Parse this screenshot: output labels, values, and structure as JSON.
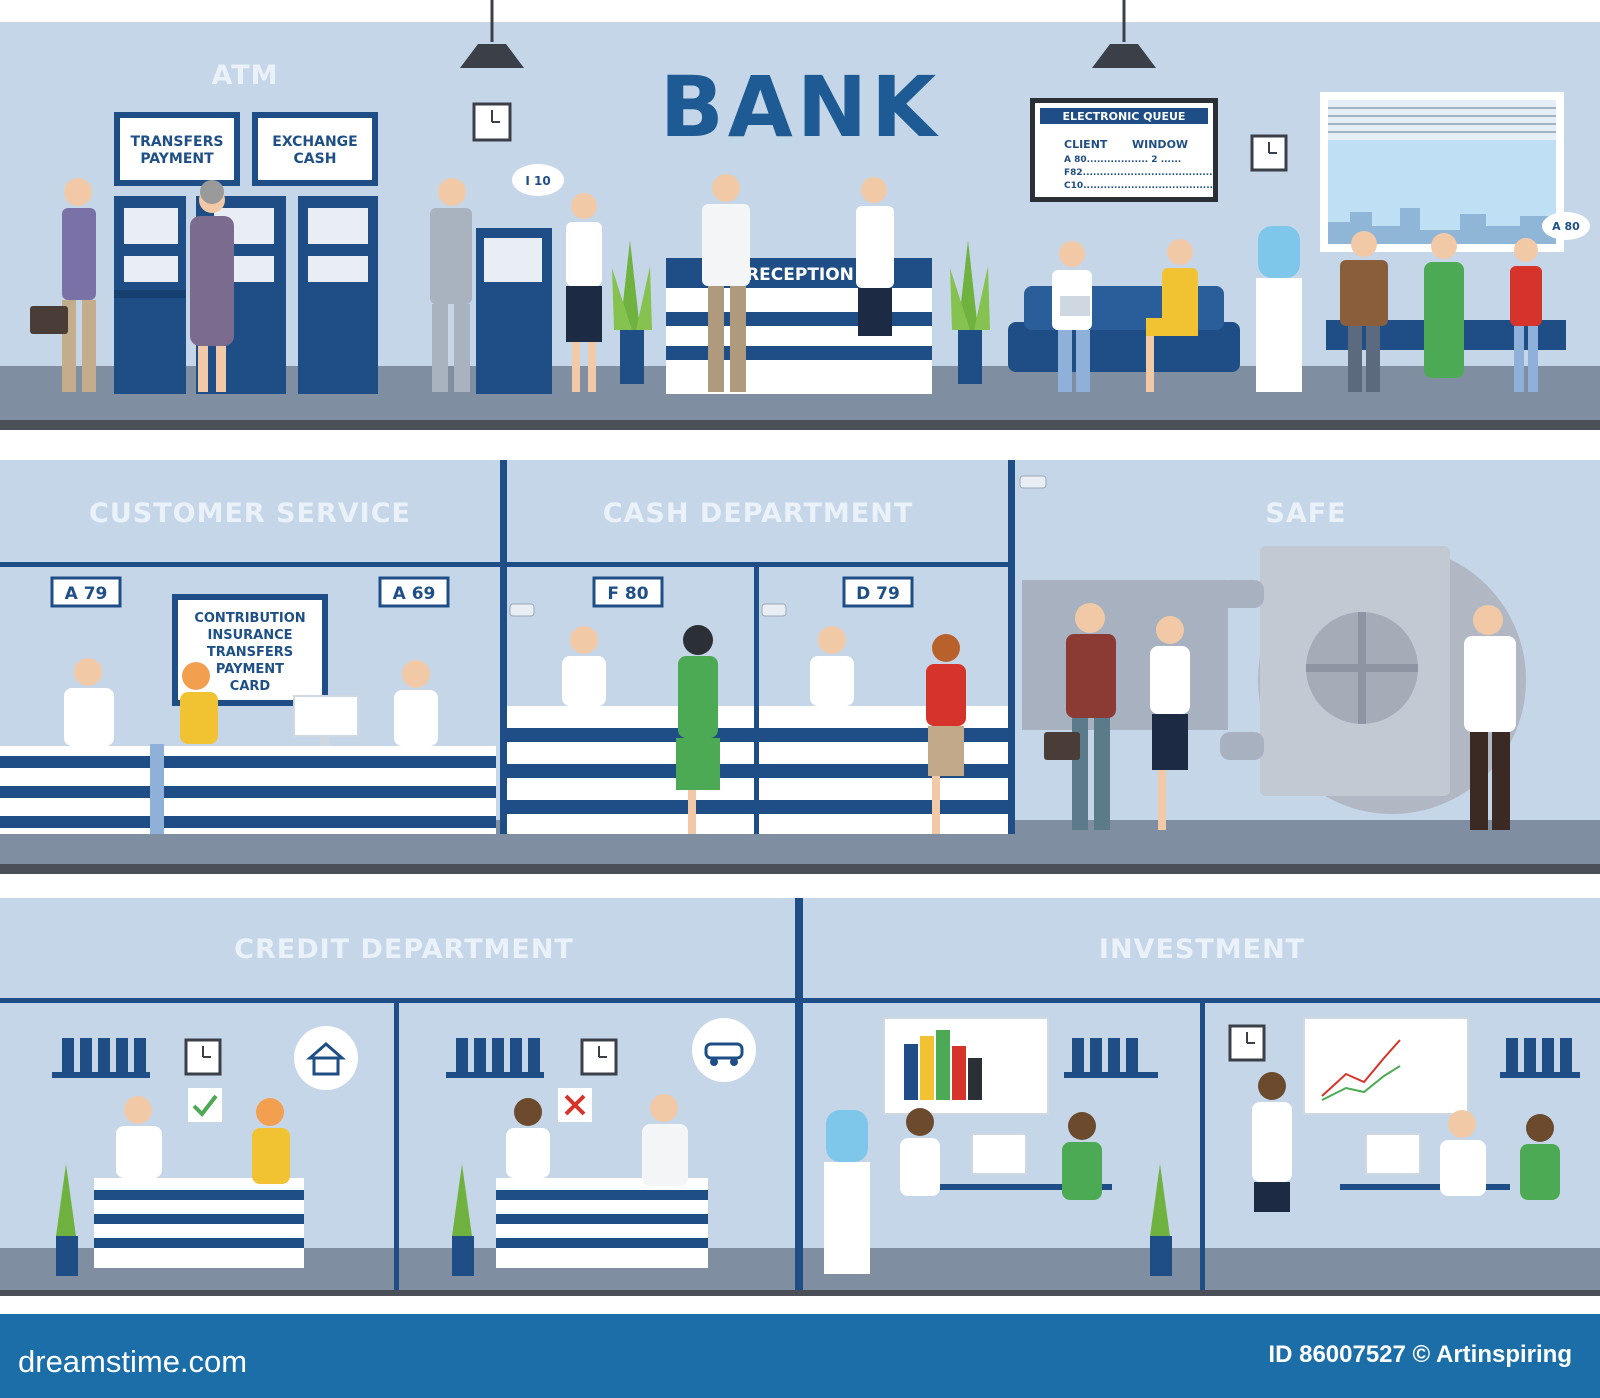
{
  "title": "BANK",
  "sections": {
    "atm": "ATM",
    "customer_service": "CUSTOMER SERVICE",
    "cash_department": "CASH DEPARTMENT",
    "safe": "SAFE",
    "credit_department": "CREDIT DEPARTMENT",
    "investment": "INVESTMENT"
  },
  "atm_signs": {
    "left": [
      "TRANSFERS",
      "PAYMENT"
    ],
    "right": [
      "EXCHANGE",
      "CASH"
    ]
  },
  "reception": "RECEPTION",
  "speech": {
    "queue_bubble": "I 10",
    "waiting_bubble": "A 80"
  },
  "queue_board": {
    "title": "ELECTRONIC QUEUE",
    "col_client": "CLIENT",
    "col_window": "WINDOW",
    "rows": [
      "A 80.................. 2 ......",
      "F82......................................",
      "C10......................................"
    ]
  },
  "counters": {
    "cs_left": "A 79",
    "cs_right": "A 69",
    "cash_left": "F 80",
    "cash_right": "D 79"
  },
  "service_board": [
    "CONTRIBUTION",
    "INSURANCE",
    "TRANSFERS",
    "PAYMENT",
    "CARD"
  ],
  "footer": {
    "brand": "dreamstime.com",
    "credit": "ID 86007527 © Artinspiring"
  },
  "colors": {
    "wall": "#c5d6e8",
    "floor": "#7e8ea1",
    "navy": "#1f4e86",
    "footer_bg": "#1b6ea8"
  }
}
